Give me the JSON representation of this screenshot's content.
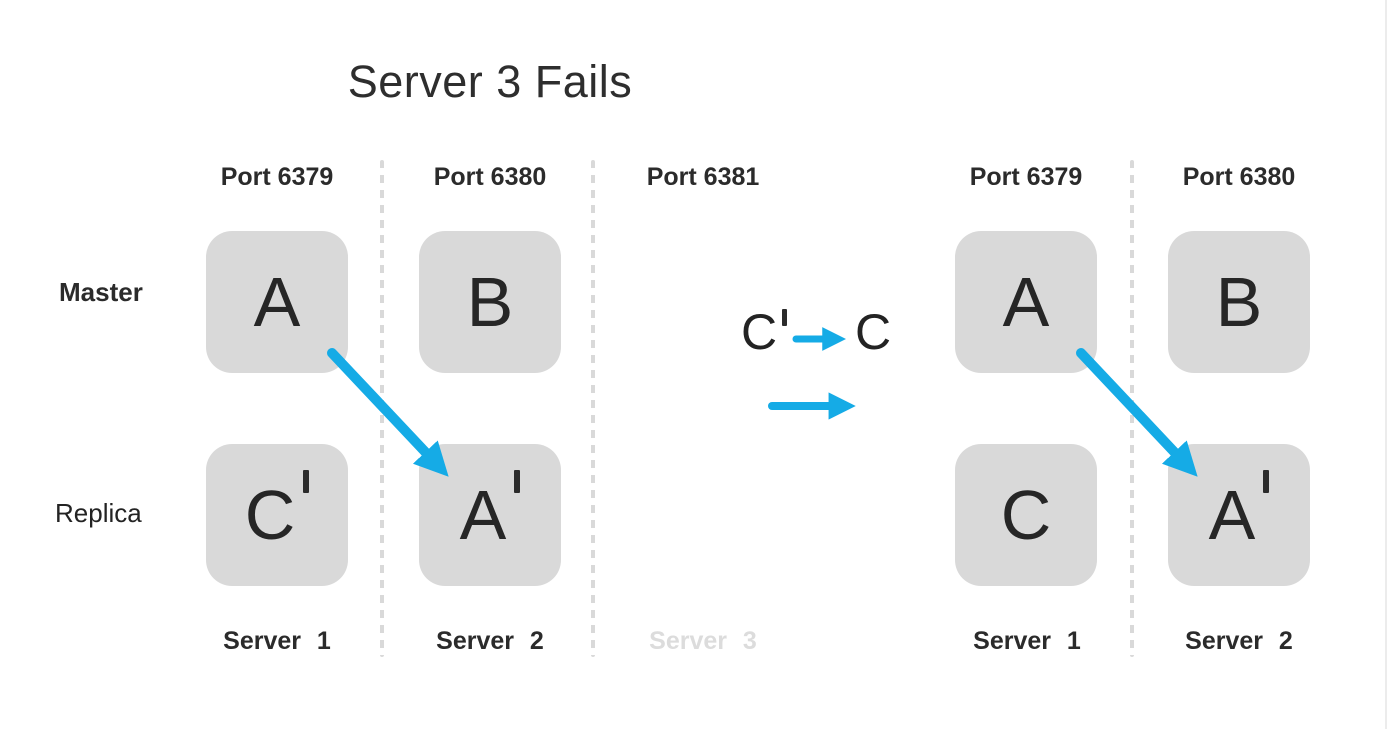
{
  "title": "Server 3 Fails",
  "colors": {
    "arrow_blue": "#15abe6",
    "box_fill": "#d9d9d9",
    "text_dark": "#2b2b2b",
    "faded_text": "#dcdcdc",
    "dashed_divider": "#d9d9d9"
  },
  "row_labels": {
    "master": "Master",
    "replica": "Replica"
  },
  "before": {
    "ports": [
      "Port 6379",
      "Port 6380",
      "Port 6381"
    ],
    "boxes": {
      "master": [
        {
          "letter": "A",
          "prime": false
        },
        {
          "letter": "B",
          "prime": false
        }
      ],
      "replica": [
        {
          "letter": "C",
          "prime": true
        },
        {
          "letter": "A",
          "prime": true
        }
      ]
    },
    "servers": [
      {
        "label": "Server 1",
        "failed": false
      },
      {
        "label": "Server 2",
        "failed": false
      },
      {
        "label": "Server 3",
        "failed": true
      }
    ]
  },
  "transition": {
    "from_letter": "C",
    "from_prime": true,
    "to_letter": "C",
    "arrow_icon": "arrow-right-icon"
  },
  "after": {
    "ports": [
      "Port 6379",
      "Port 6380"
    ],
    "boxes": {
      "master": [
        {
          "letter": "A",
          "prime": false
        },
        {
          "letter": "B",
          "prime": false
        }
      ],
      "replica": [
        {
          "letter": "C",
          "prime": false
        },
        {
          "letter": "A",
          "prime": true
        }
      ]
    },
    "servers": [
      {
        "label": "Server 1",
        "failed": false
      },
      {
        "label": "Server 2",
        "failed": false
      }
    ]
  }
}
